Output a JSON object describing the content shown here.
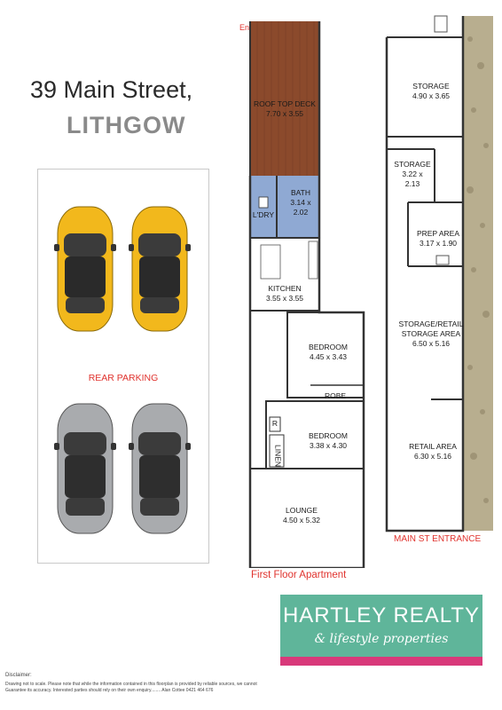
{
  "header": {
    "address_line": "39 Main Street,",
    "town": "LITHGOW"
  },
  "parking": {
    "label": "REAR PARKING",
    "cars": [
      "yellow",
      "yellow",
      "silver",
      "silver"
    ],
    "colors": {
      "yellow": "#f2b81c",
      "silver": "#a9abae"
    }
  },
  "first_floor": {
    "entry": "Entry",
    "label": "First Floor Apartment",
    "rooms": {
      "roof_deck": {
        "name": "ROOF TOP DECK",
        "size": "7.70 x 3.55"
      },
      "bath": {
        "name": "BATH",
        "size_a": "3.14 x",
        "size_b": "2.02"
      },
      "laundry": {
        "name": "L'DRY"
      },
      "kitchen": {
        "name": "KITCHEN",
        "size": "3.55 x 3.55"
      },
      "bedroom1": {
        "name": "BEDROOM",
        "size": "4.45 x 3.43"
      },
      "robe": {
        "name": "ROBE"
      },
      "bedroom2": {
        "name": "BEDROOM",
        "size": "3.38 x 4.30"
      },
      "r": {
        "name": "R"
      },
      "linen": {
        "name": "LINEN"
      },
      "lounge": {
        "name": "LOUNGE",
        "size": "4.50 x 5.32"
      }
    },
    "colors": {
      "deck": "#8b4a2c",
      "wet": "#8fa9d3"
    }
  },
  "ground_floor": {
    "label": "MAIN ST ENTRANCE",
    "rooms": {
      "storage1": {
        "name": "STORAGE",
        "size": "4.90 x 3.65"
      },
      "storage2": {
        "name": "STORAGE",
        "size_a": "3.22 x",
        "size_b": "2.13"
      },
      "prep": {
        "name": "PREP AREA",
        "size": "3.17 x 1.90"
      },
      "storage_retail": {
        "name_a": "STORAGE/RETAIL",
        "name_b": "STORAGE AREA",
        "size": "6.50 x 5.16"
      },
      "retail": {
        "name": "RETAIL AREA",
        "size": "6.30 x 5.16"
      }
    }
  },
  "logo": {
    "main": "HARTLEY REALTY",
    "sub": "& lifestyle properties",
    "colors": {
      "green": "#5fb59a",
      "pink": "#d8397a"
    }
  },
  "disclaimer": {
    "title": "Disclaimer:",
    "text": "Drawing not to scale. Please note that while the information contained in this floorplan is provided by reliable sources, we cannot Guarantee its accuracy. Interested parties should rely on their own enquiry........ Alan Cottee 0421 464 676"
  }
}
